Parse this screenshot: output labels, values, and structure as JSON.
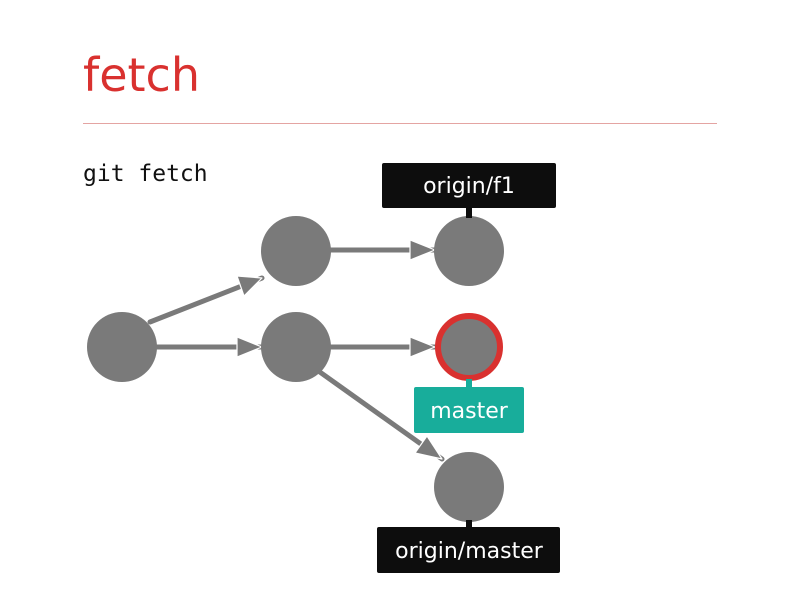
{
  "slide": {
    "title": "fetch",
    "command": "git fetch"
  },
  "graph": {
    "refs": {
      "origin_f1": "origin/f1",
      "master": "master",
      "origin_master": "origin/master"
    },
    "highlighted_commit": "c5",
    "colors": {
      "title": "#d9312f",
      "commit": "#7a7a7a",
      "highlight_ring": "#d9312f",
      "local_branch": "#18ad9b",
      "remote_branch": "#0d0d0d"
    }
  }
}
